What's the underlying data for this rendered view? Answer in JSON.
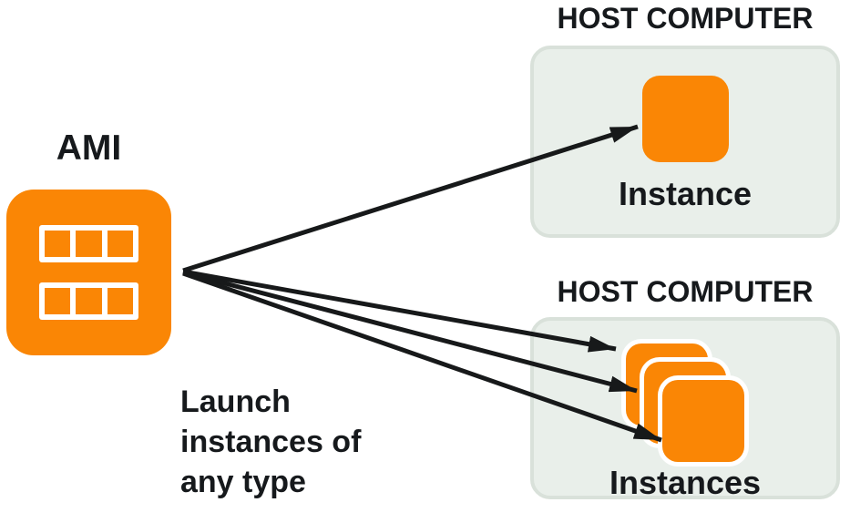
{
  "colors": {
    "orange": "#FA8605",
    "box_fill": "#E9EFEA",
    "box_border": "#D9E1DA",
    "text": "#16191C",
    "arrow": "#17191A"
  },
  "ami": {
    "label": "AMI",
    "caption": "Launch instances of any type"
  },
  "hosts": [
    {
      "title": "HOST COMPUTER",
      "instance_label": "Instance"
    },
    {
      "title": "HOST COMPUTER",
      "instance_label": "Instances"
    }
  ],
  "icons": {
    "ami": "ami-grid-icon",
    "single_instance": "instance-square-icon",
    "multiple_instances": "instances-stack-icon",
    "arrows": "launch-arrow"
  }
}
